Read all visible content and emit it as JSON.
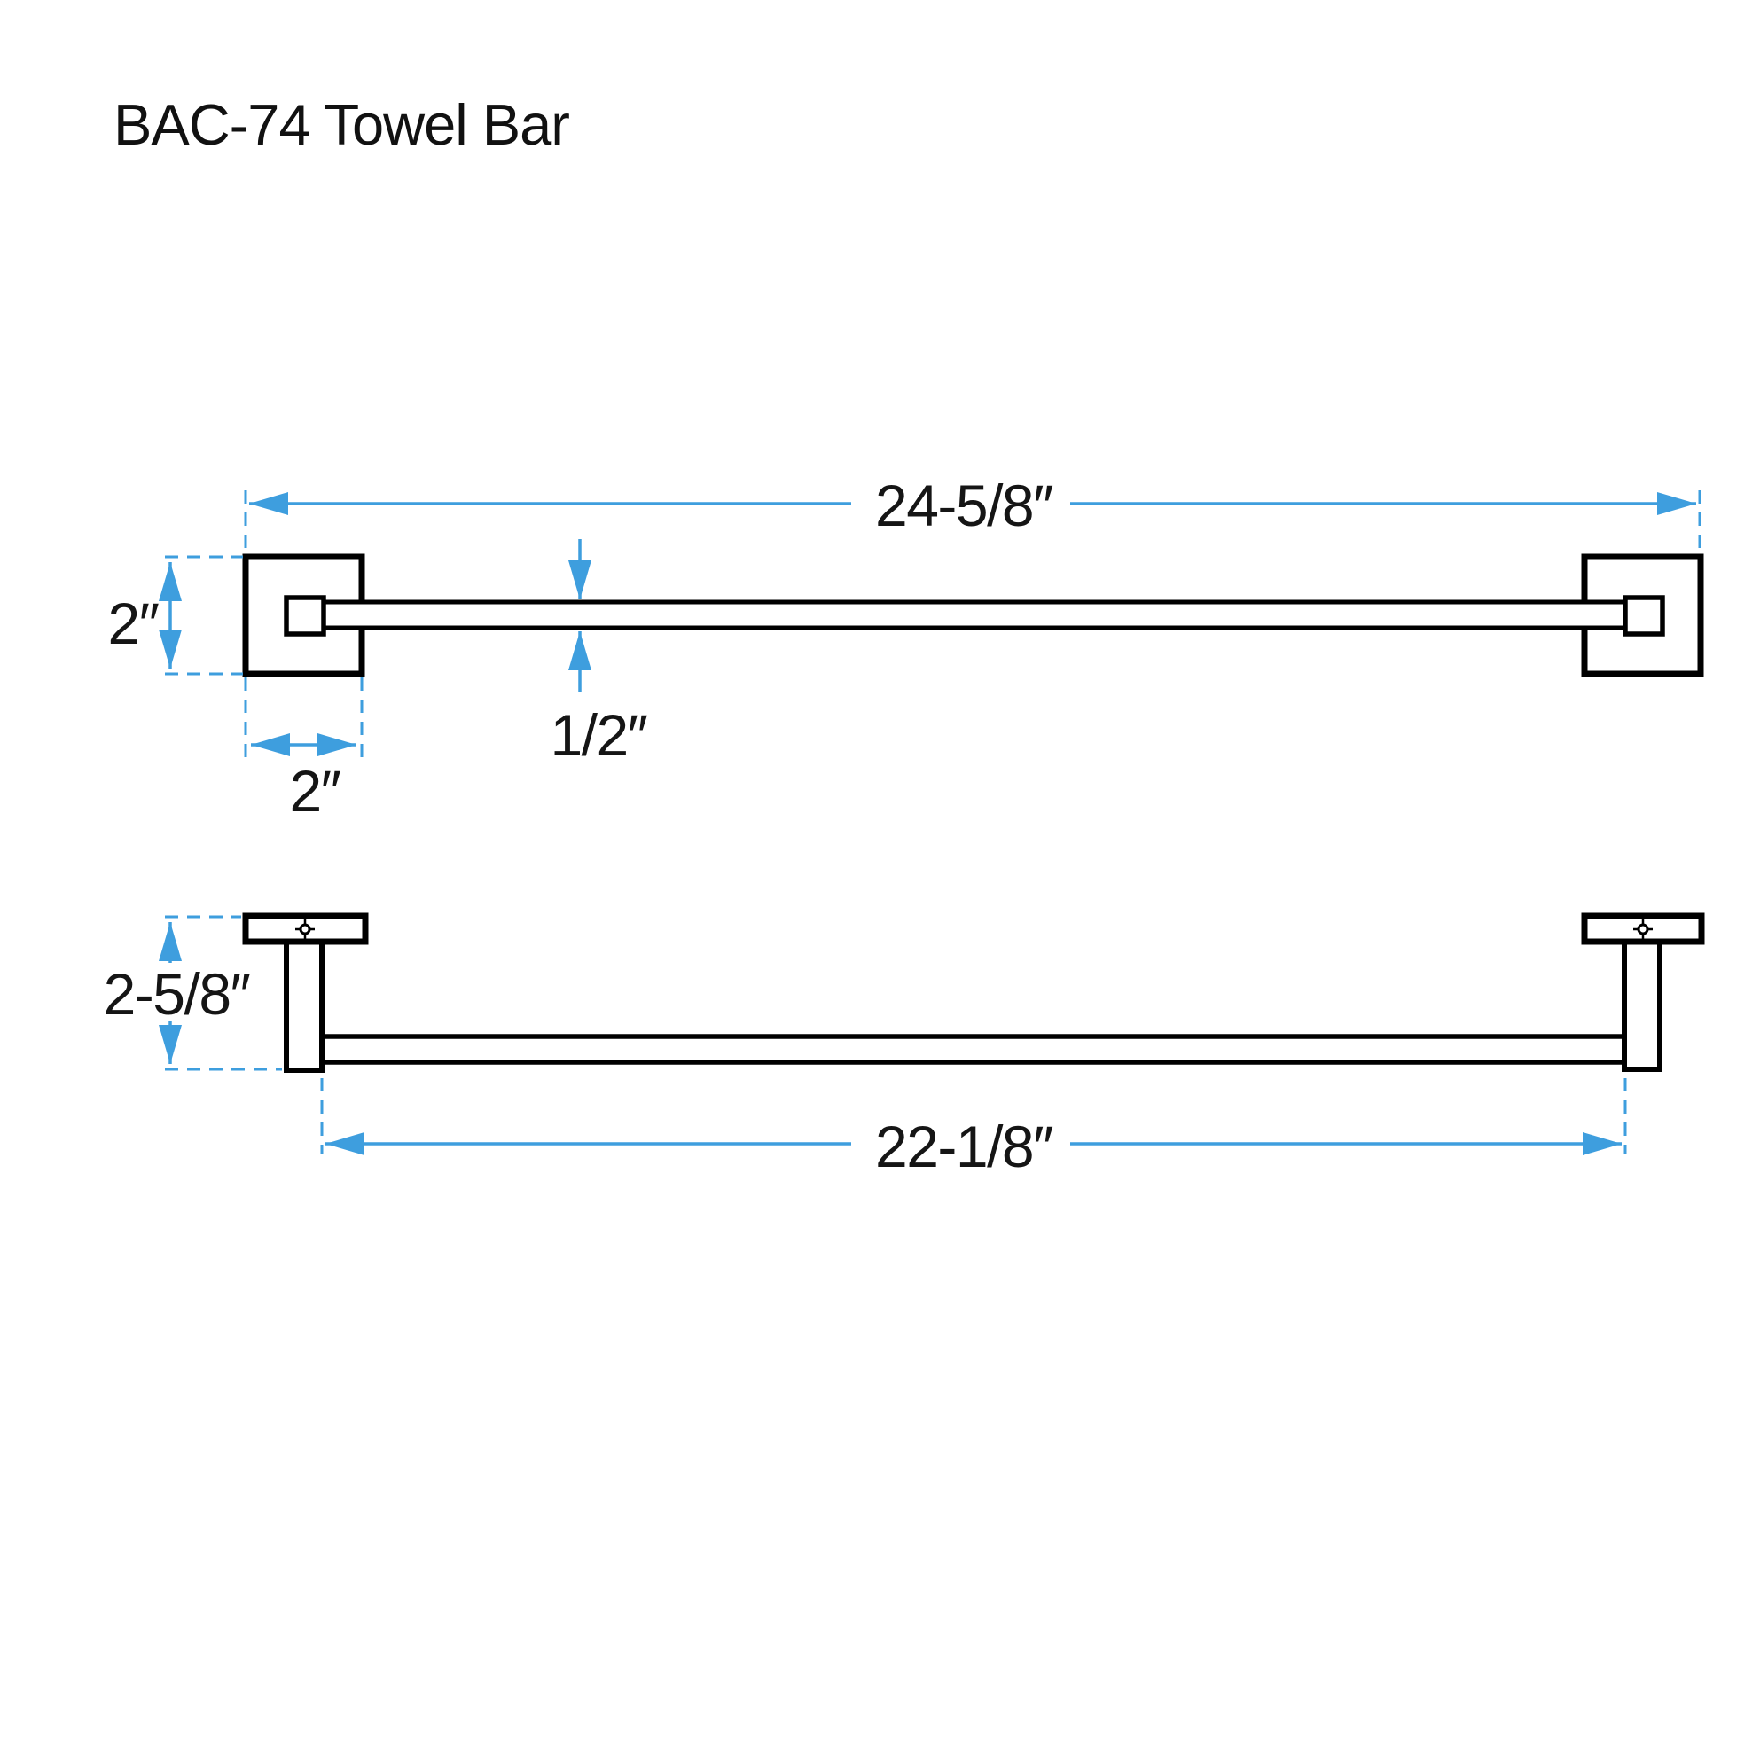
{
  "title": "BAC-74 Towel Bar",
  "colors": {
    "dimension_blue": "#3E9EDE",
    "drawing_ink": "#000000"
  },
  "icons": {
    "screw_center_mark": "circle-crosshair"
  },
  "views": {
    "front": {
      "dims": {
        "overall_width": "24-5/8″",
        "plate_height": "2″",
        "plate_width": "2″",
        "bar_thickness": "1/2″"
      }
    },
    "side": {
      "dims": {
        "mount_depth": "2-5/8″",
        "inner_span": "22-1/8″"
      }
    }
  }
}
